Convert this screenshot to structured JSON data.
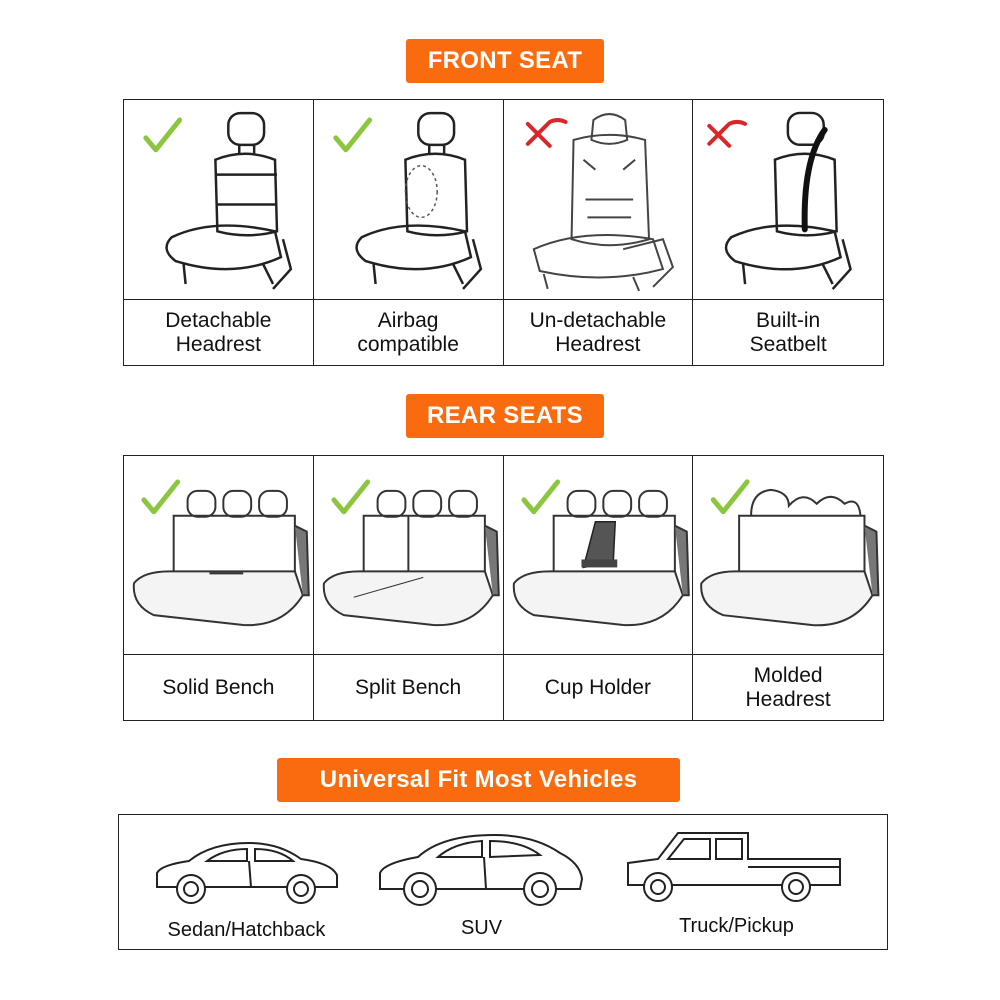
{
  "front": {
    "banner": "FRONT SEAT",
    "items": [
      {
        "label": "Detachable\nHeadrest",
        "mark": "check"
      },
      {
        "label": "Airbag\ncompatible",
        "mark": "check"
      },
      {
        "label": "Un-detachable\nHeadrest",
        "mark": "cross"
      },
      {
        "label": "Built-in\nSeatbelt",
        "mark": "cross"
      }
    ]
  },
  "rear": {
    "banner": "REAR SEATS",
    "items": [
      {
        "label": "Solid Bench",
        "mark": "check"
      },
      {
        "label": "Split Bench",
        "mark": "check"
      },
      {
        "label": "Cup Holder",
        "mark": "check"
      },
      {
        "label": "Molded\nHeadrest",
        "mark": "check"
      }
    ]
  },
  "fit": {
    "banner": "Universal Fit Most Vehicles",
    "vehicles": [
      {
        "label": "Sedan/Hatchback"
      },
      {
        "label": "SUV"
      },
      {
        "label": "Truck/Pickup"
      }
    ]
  },
  "colors": {
    "accent": "#fa6b0f",
    "check": "#8cc63f",
    "cross": "#d9262a"
  }
}
